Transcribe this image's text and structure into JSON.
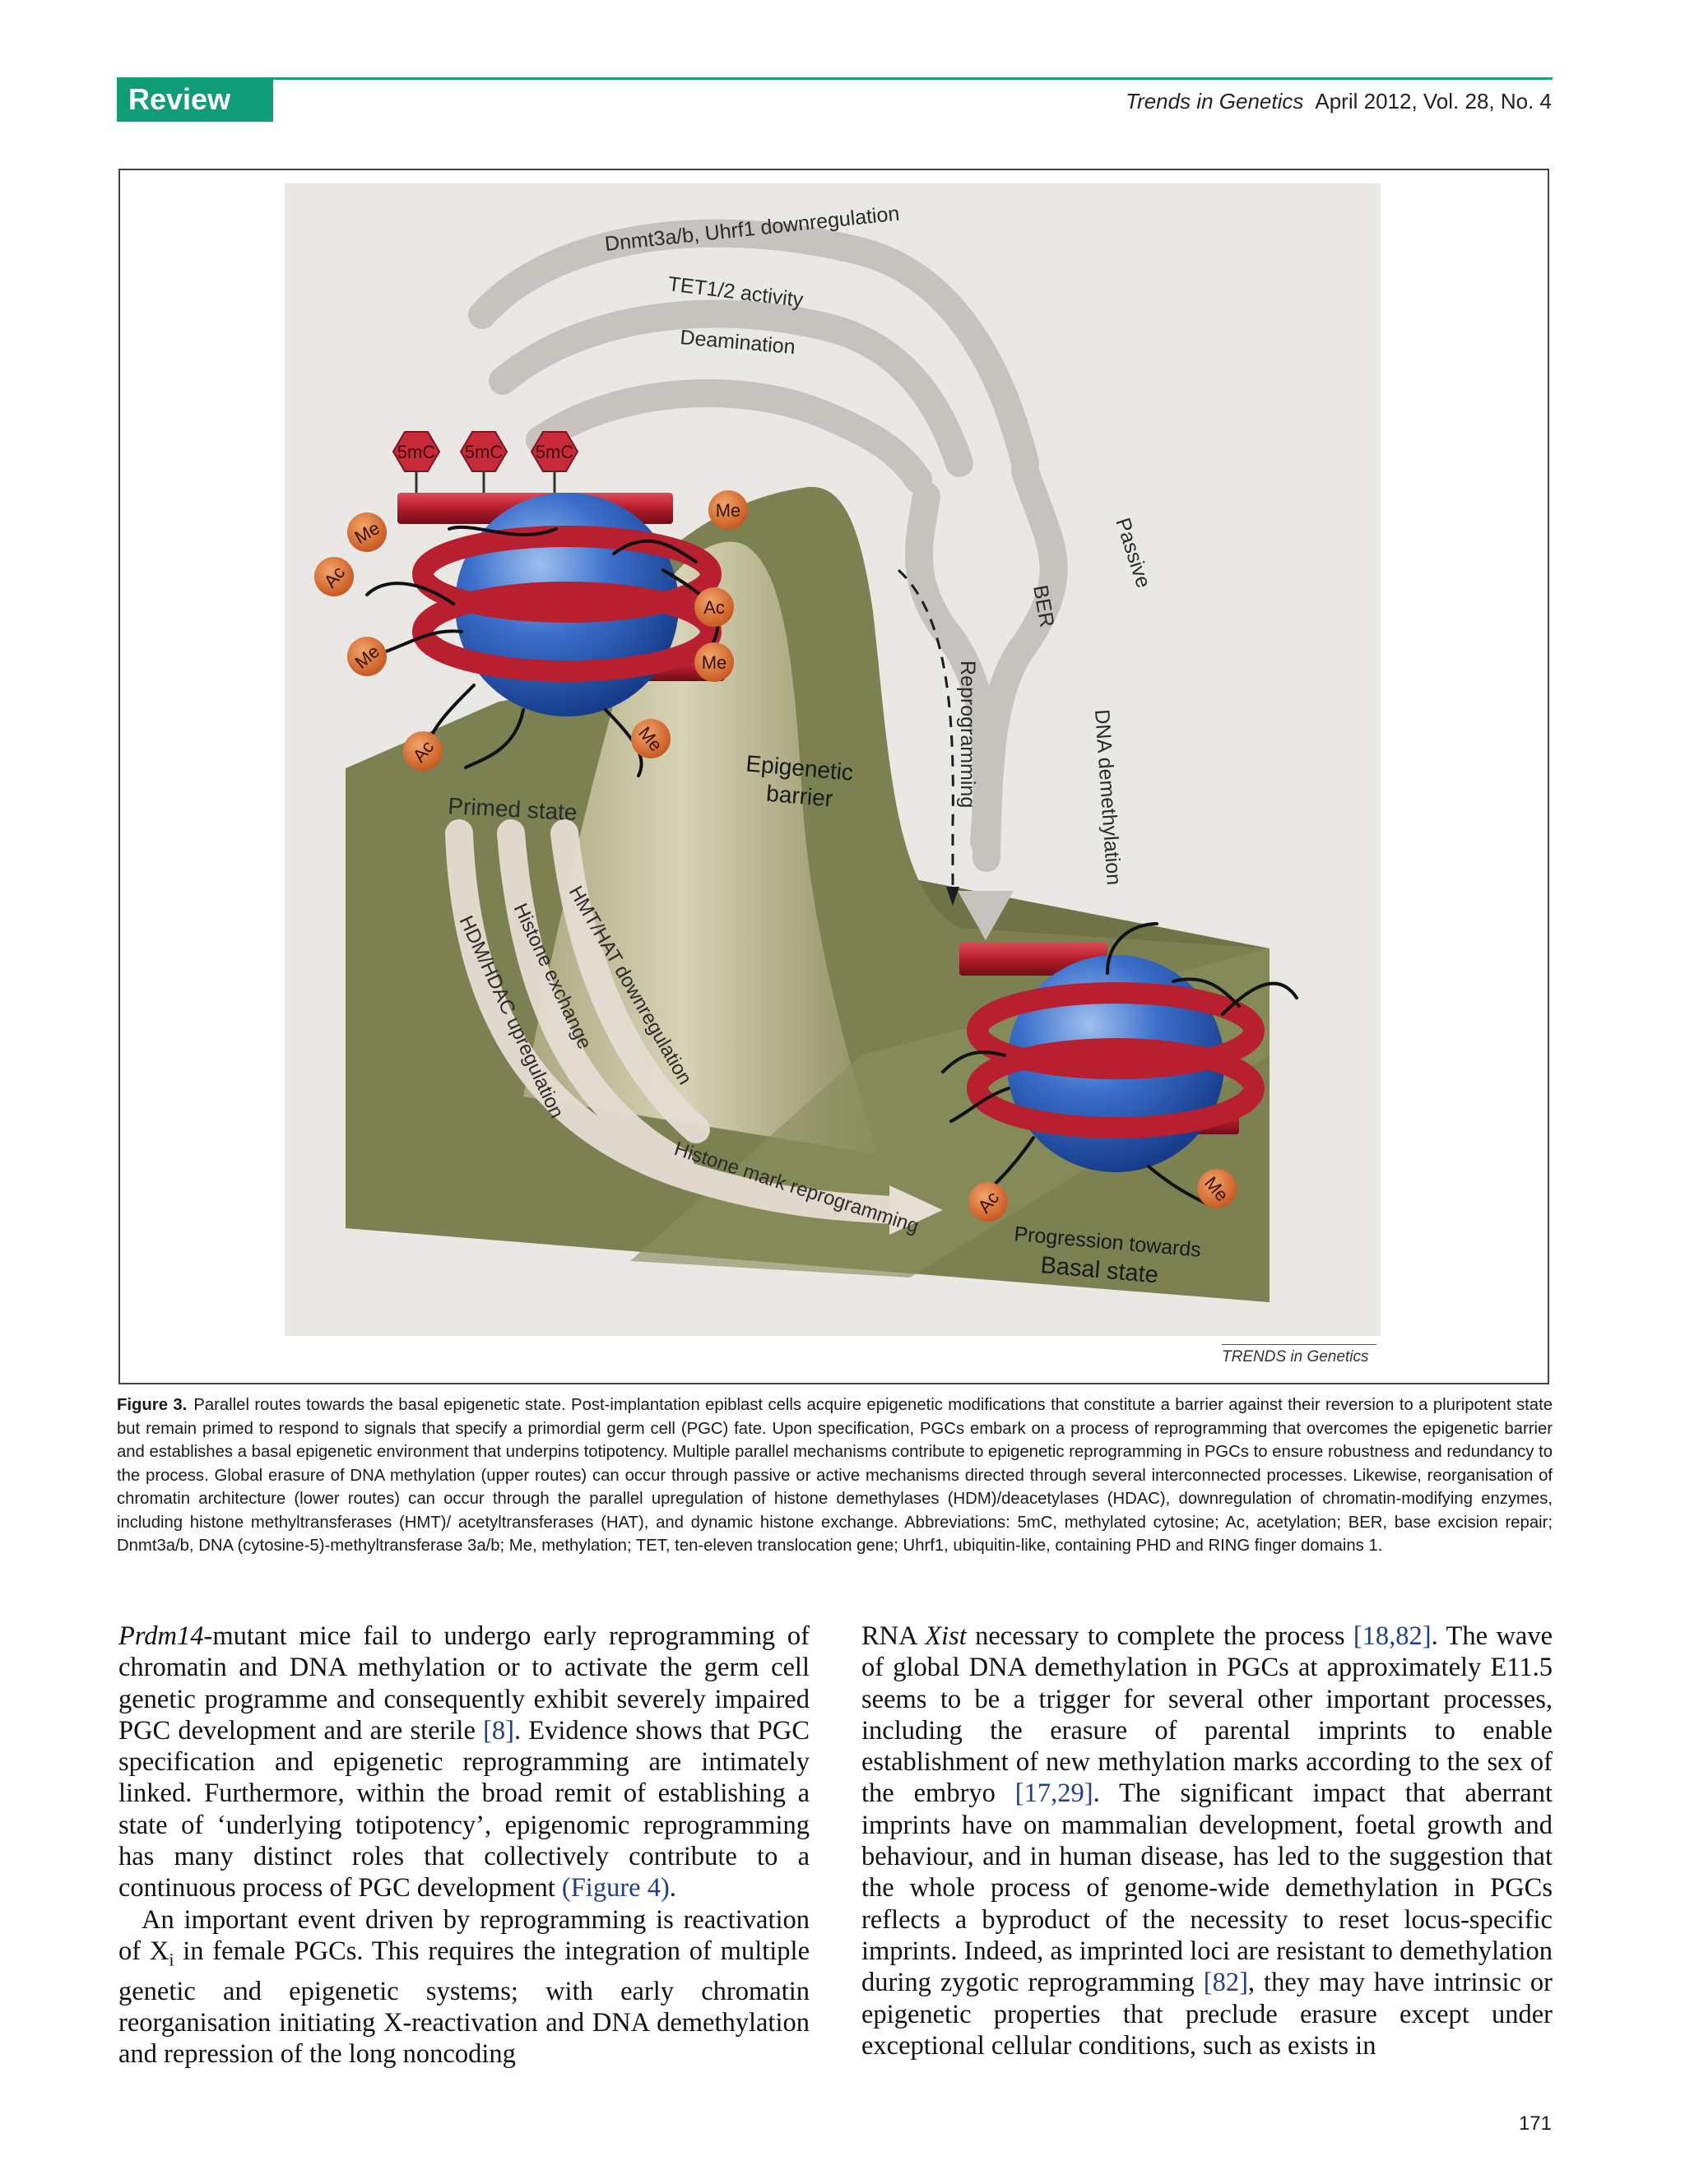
{
  "header": {
    "section_tag": "Review",
    "journal_name": "Trends in Genetics",
    "issue": "April 2012, Vol. 28, No. 4"
  },
  "figure": {
    "upper_routes": [
      "Dnmt3a/b, Uhrf1 downregulation",
      "TET1/2 activity",
      "Deamination"
    ],
    "passive_label": "Passive",
    "ber_label": "BER",
    "dna_demethylation_label": "DNA demethylation",
    "reprogramming_label": "Reprogramming",
    "barrier_label_line1": "Epigenetic",
    "barrier_label_line2": "barrier",
    "primed_state_label": "Primed state",
    "lower_routes": [
      "HDM/HDAC upregulation",
      "Histone exchange",
      "HMT/HAT downregulation"
    ],
    "histone_mark_label": "Histone mark reprogramming",
    "basal_label_line1": "Progression towards",
    "basal_label_line2": "Basal state",
    "mark_5mc": "5mC",
    "mark_me": "Me",
    "mark_ac": "Ac",
    "credit": "TRENDS in Genetics",
    "colors": {
      "landscape": "#7c8152",
      "landscape_light": "#c9c6a4",
      "histone_blue": "#2f63c0",
      "dna_red": "#b81f2f",
      "mark_orange": "#d9692a",
      "route_grey": "#c6c3be",
      "route_cream": "#e6ddd3"
    }
  },
  "caption": {
    "label": "Figure 3.",
    "text": "Parallel routes towards the basal epigenetic state. Post-implantation epiblast cells acquire epigenetic modifications that constitute a barrier against their reversion to a pluripotent state but remain primed to respond to signals that specify a primordial germ cell (PGC) fate. Upon specification, PGCs embark on a process of reprogramming that overcomes the epigenetic barrier and establishes a basal epigenetic environment that underpins totipotency. Multiple parallel mechanisms contribute to epigenetic reprogramming in PGCs to ensure robustness and redundancy to the process. Global erasure of DNA methylation (upper routes) can occur through passive or active mechanisms directed through several interconnected processes. Likewise, reorganisation of chromatin architecture (lower routes) can occur through the parallel upregulation of histone demethylases (HDM)/deacetylases (HDAC), downregulation of chromatin-modifying enzymes, including histone methyltransferases (HMT)/ acetyltransferases (HAT), and dynamic histone exchange. Abbreviations: 5mC, methylated cytosine; Ac, acetylation; BER, base excision repair; Dnmt3a/b, DNA (cytosine-5)-methyltransferase 3a/b; Me, methylation; TET, ten-eleven translocation gene; Uhrf1, ubiquitin-like, containing PHD and RING finger domains 1."
  },
  "body": {
    "left": {
      "p1_gene": "Prdm14",
      "p1_a": "-mutant mice fail to undergo early reprogramming of chromatin and DNA methylation or to activate the germ cell genetic programme and consequently exhibit severely impaired PGC development and are sterile ",
      "p1_ref1": "[8]",
      "p1_b": ". Evidence shows that PGC specification and epigenetic reprogramming are intimately linked. Furthermore, within the broad remit of establishing a state of ‘underlying totipotency’, epigenomic reprogramming has many distinct roles that collectively contribute to a continuous process of PGC development ",
      "p1_ref2": "(Figure 4)",
      "p1_c": ".",
      "p2_a": "An important event driven by reprogramming is reactivation of X",
      "p2_sub": "i",
      "p2_b": " in female PGCs. This requires the integration of multiple genetic and epigenetic systems; with early chromatin reorganisation initiating X-reactivation and DNA demethylation and repression of the long noncoding"
    },
    "right": {
      "a": "RNA ",
      "gene": "Xist",
      "b": " necessary to complete the process ",
      "ref1": "[18,82]",
      "c": ". The wave of global DNA demethylation in PGCs at approximately E11.5 seems to be a trigger for several other important processes, including the erasure of parental imprints to enable establishment of new methylation marks according to the sex of the embryo ",
      "ref2": "[17,29]",
      "d": ". The significant impact that aberrant imprints have on mammalian development, foetal growth and behaviour, and in human disease, has led to the suggestion that the whole process of genome-wide demethylation in PGCs reflects a byproduct of the necessity to reset locus-specific imprints. Indeed, as imprinted loci are resistant to demethylation during zygotic reprogramming ",
      "ref3": "[82]",
      "e": ", they may have intrinsic or epigenetic properties that preclude erasure except under exceptional cellular conditions, such as exists in"
    }
  },
  "page_number": "171"
}
